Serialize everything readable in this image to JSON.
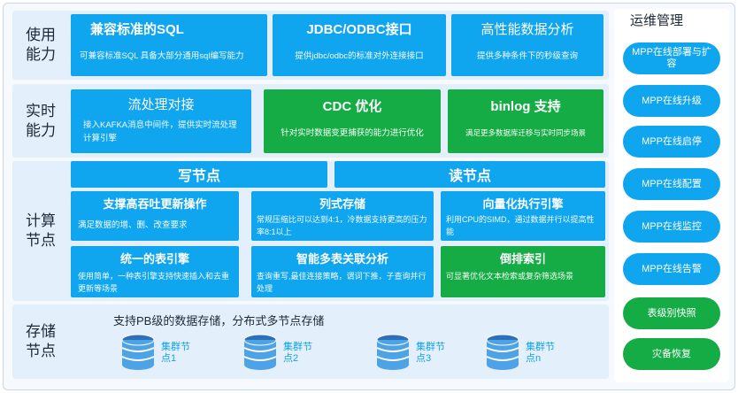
{
  "usage": {
    "label": "使用\n能力",
    "cards": [
      {
        "title": "兼容标准的SQL",
        "desc": "可兼容标准SQL 具备大部分通用sql编写能力"
      },
      {
        "title": "JDBC/ODBC接口",
        "desc": "提供jdbc/odbc的标准对外连接接口"
      },
      {
        "title": "高性能数据分析",
        "desc": "提供多种条件下的秒级查询"
      }
    ]
  },
  "realtime": {
    "label": "实时\n能力",
    "cards": [
      {
        "title": "流处理对接",
        "desc": "接入KAFKA消息中间件，提供实时流处理计算引擎"
      },
      {
        "title": "CDC 优化",
        "desc": "针对实时数据变更捕获的能力进行优化"
      },
      {
        "title": "binlog 支持",
        "desc": "满足更多数据库迁移与实时同步场景"
      }
    ]
  },
  "compute": {
    "label": "计算\n节点",
    "write_header": "写节点",
    "read_header": "读节点",
    "cards": [
      {
        "title": "支撑高吞吐更新操作",
        "desc": "满足数据的增、删、改查要求"
      },
      {
        "title": "列式存储",
        "desc": "常规压缩比可以达到4:1，冷数据支持更高的压力率8:1以上"
      },
      {
        "title": "向量化执行引擎",
        "desc": "利用CPU的SIMD，通过数据并行以提高性能"
      },
      {
        "title": "统一的表引擎",
        "desc": "使用简单，一种表引擎支持快速插入和去重更新等场景"
      },
      {
        "title": "智能多表关联分析",
        "desc": "查询重写,最佳连接策略，谓词下推，子查询并行处理"
      },
      {
        "title": "倒排索引",
        "desc": "可显著优化文本检索或复杂筛选场景"
      }
    ]
  },
  "storage": {
    "label": "存储\n节点",
    "text": "支持PB级的数据存储，分布式多节点存储",
    "nodes": [
      "集群节点1",
      "集群节点2",
      "集群节点3",
      "集群节点n"
    ]
  },
  "ops": {
    "title": "运维管理",
    "items": [
      {
        "label": "MPP在线部署与扩容",
        "color": "#10a5ef"
      },
      {
        "label": "MPP在线升级",
        "color": "#10a5ef"
      },
      {
        "label": "MPP在线启停",
        "color": "#10a5ef"
      },
      {
        "label": "MPP在线配置",
        "color": "#10a5ef"
      },
      {
        "label": "MPP在线监控",
        "color": "#10a5ef"
      },
      {
        "label": "MPP在线告警",
        "color": "#10a5ef"
      },
      {
        "label": "表级别快照",
        "color": "#15ac45"
      },
      {
        "label": "灾备恢复",
        "color": "#15ac45"
      }
    ]
  },
  "colors": {
    "blue": "#10a5ef",
    "green": "#15ac45",
    "band": "#e3effb"
  }
}
